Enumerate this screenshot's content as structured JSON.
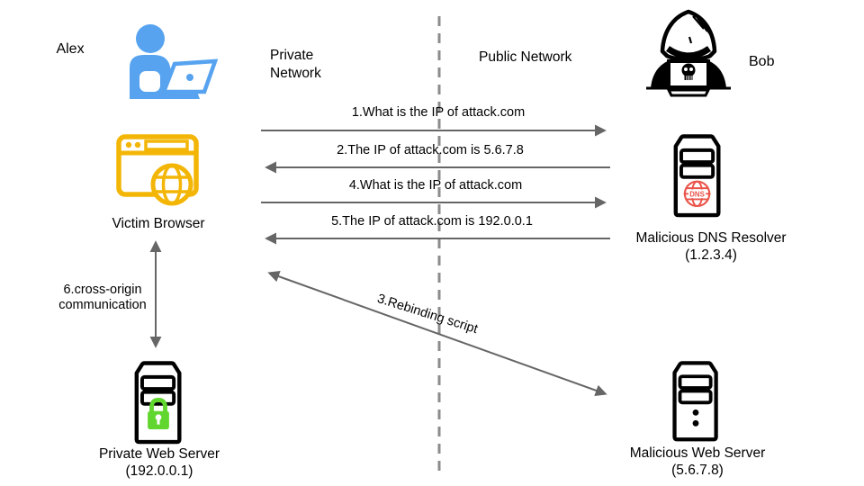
{
  "zones": {
    "private": "Private Network",
    "public": "Public Network"
  },
  "actors": {
    "alex": "Alex",
    "bob": "Bob"
  },
  "nodes": {
    "victim_browser": {
      "label": "Victim Browser"
    },
    "dns_resolver": {
      "label": "Malicious DNS Resolver",
      "ip": "(1.2.3.4)",
      "badge": "DNS"
    },
    "private_server": {
      "label": "Private Web Server",
      "ip": "(192.0.0.1)"
    },
    "malicious_server": {
      "label": "Malicious Web Server",
      "ip": "(5.6.7.8)"
    }
  },
  "messages": {
    "m1": "1.What is the IP of attack.com",
    "m2": "2.The IP of attack.com is 5.6.7.8",
    "m3": "3.Rebinding script",
    "m4": "4.What is the IP of attack.com",
    "m5": "5.The IP of attack.com is 192.0.0.1",
    "m6": "6.cross-origin communication"
  },
  "colors": {
    "blue": "#57A3F0",
    "yellow": "#F3B607",
    "red": "#EA544A",
    "green": "#61D62E",
    "arrow": "#666666",
    "dash": "#8C8C8C",
    "ink": "#000000"
  }
}
